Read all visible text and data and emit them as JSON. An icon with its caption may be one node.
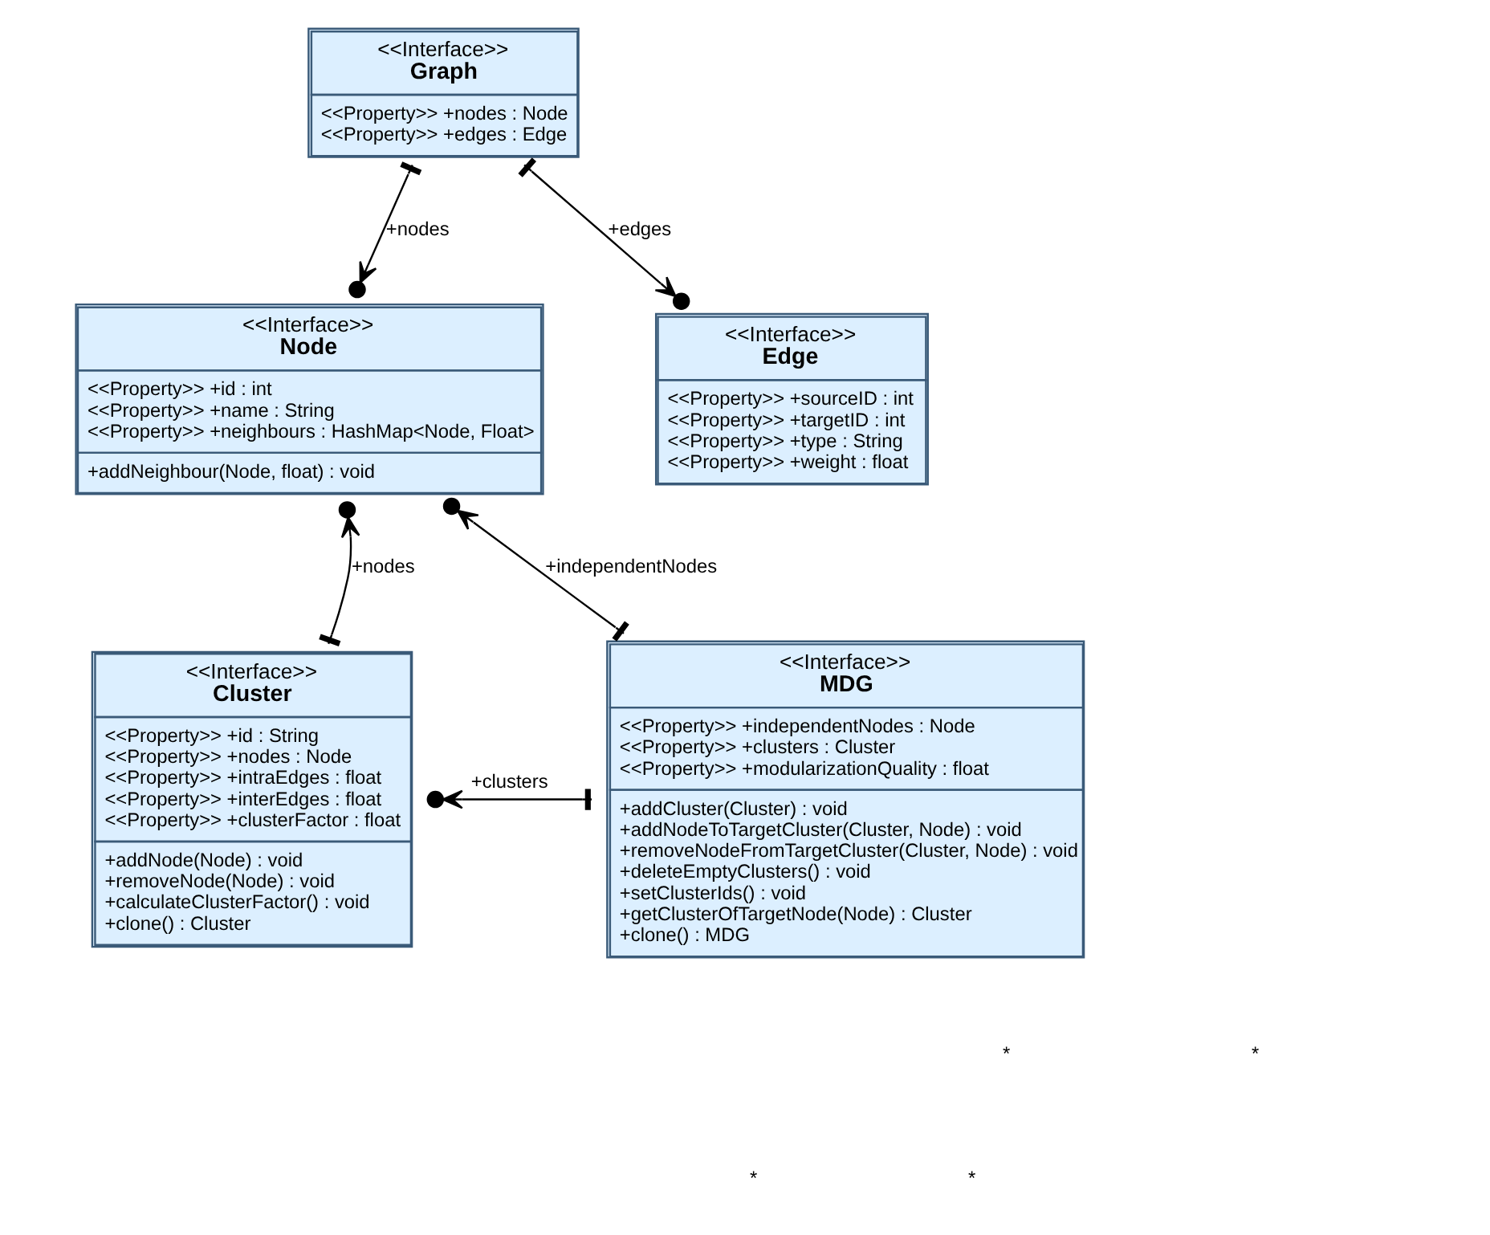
{
  "diagram": {
    "nodes": [
      {
        "text": [
          "<<Interface>>",
          "Graph",
          "<<Property>> +nodes : Node",
          "<<Property>> +edges : Edge"
        ]
      },
      {
        "text": [
          "<<Interface>>",
          "Node",
          "<<Property>> +id : int",
          "<<Property>> +name : String",
          "<<Property>> +neighbours : HashMap<Node, Float>",
          "+addNeighbour(Node, float) : void"
        ]
      },
      {
        "text": [
          "<<Interface>>",
          "Edge",
          "<<Property>> +sourceID : int",
          "<<Property>> +targetID : int",
          "<<Property>> +type : String",
          "<<Property>> +weight : float"
        ]
      },
      {
        "text": [
          "<<Interface>>",
          "Cluster",
          "<<Property>> +id : String",
          "<<Property>> +nodes : Node",
          "<<Property>> +intraEdges : float",
          "<<Property>> +interEdges : float",
          "<<Property>> +clusterFactor : float",
          "+addNode(Node) : void",
          "+removeNode(Node) : void",
          "+calculateClusterFactor() : void",
          "+clone() : Cluster"
        ]
      },
      {
        "text": [
          "<<Interface>>",
          "MDG",
          "<<Property>> +independentNodes : Node",
          "<<Property>> +clusters : Cluster",
          "<<Property>> +modularizationQuality : float",
          "+addCluster(Cluster) : void",
          "+addNodeToTargetCluster(Cluster, Node) : void",
          "+removeNodeFromTargetCluster(Cluster, Node) : void",
          "+deleteEmptyClusters() : void",
          "+setClusterIds() : void",
          "+getClusterOfTargetNode(Node) : Cluster",
          "+clone() : MDG"
        ]
      }
    ],
    "edges": [
      {
        "from": 0,
        "to": 1,
        "arrow": "to",
        "label": "+nodes"
      },
      {
        "from": 0,
        "to": 2,
        "arrow": "to",
        "label": "+edges"
      },
      {
        "from": 4,
        "to": 1,
        "arrow": "to",
        "label": "+independentNodes"
      },
      {
        "from": 3,
        "to": 1,
        "arrow": "to",
        "label": "+nodes"
      },
      {
        "from": 4,
        "to": 3,
        "arrow": "to",
        "label": "+clusters"
      }
    ],
    "labels": [
      "*",
      "*",
      "*",
      "*"
    ]
  }
}
